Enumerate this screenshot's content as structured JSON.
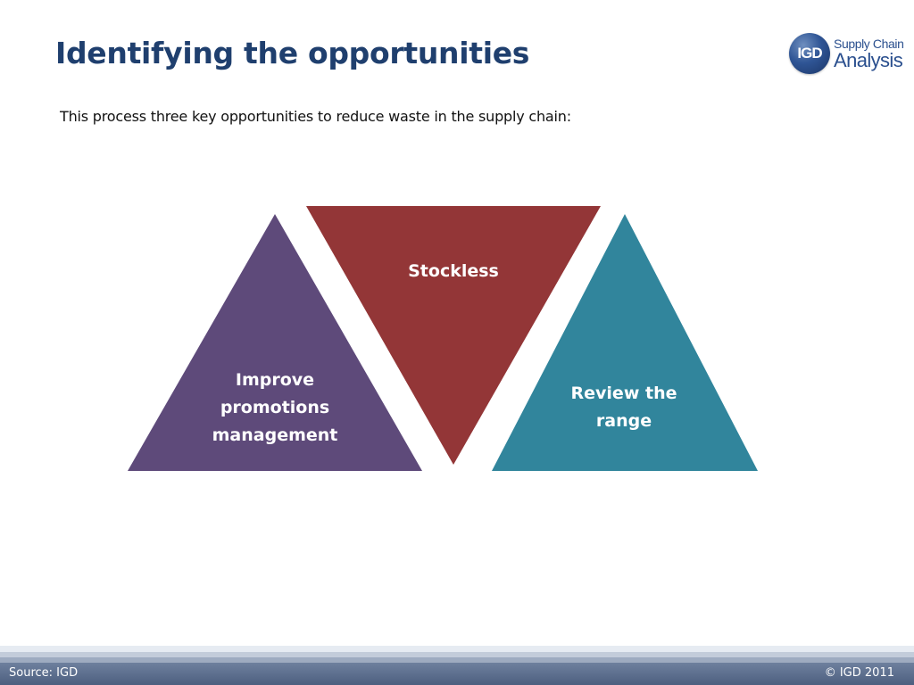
{
  "header": {
    "title": "Identifying the opportunities"
  },
  "logo": {
    "badge_text": "IGD",
    "line1": "Supply Chain",
    "line2": "Analysis"
  },
  "intro_text": "This process three key opportunities to reduce waste in the supply chain:",
  "diagram": {
    "triangles": [
      {
        "id": "left",
        "direction": "up",
        "color": "#5e4a7a",
        "lines": [
          "Improve",
          "promotions",
          "management"
        ]
      },
      {
        "id": "mid",
        "direction": "down",
        "color": "#933637",
        "lines": [
          "Stockless"
        ]
      },
      {
        "id": "right",
        "direction": "up",
        "color": "#31859c",
        "lines": [
          "Review the",
          "range"
        ]
      }
    ]
  },
  "footer": {
    "source": "Source: IGD",
    "copyright": "© IGD 2011"
  }
}
